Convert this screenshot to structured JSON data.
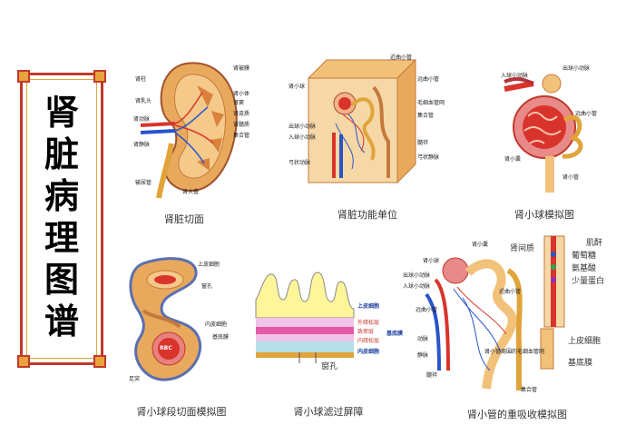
{
  "title_chars": [
    "肾",
    "脏",
    "病",
    "理",
    "图",
    "谱"
  ],
  "captions": {
    "kidney_section": "肾脏切面",
    "functional_unit": "肾脏功能单位",
    "glomerulus_model": "肾小球模拟图",
    "glomerulus_section": "肾小球段切面模拟图",
    "filtration_barrier": "肾小球滤过屏障",
    "tubule_reabsorption": "肾小管的重吸收模拟图"
  },
  "labels": {
    "p1": [
      "肾被膜",
      "肾小体",
      "肾窦",
      "肾皮质",
      "肾髓质",
      "集合管",
      "肾动脉",
      "肾静脉",
      "输尿管",
      "肾柱",
      "肾乳头",
      "肾大盏"
    ],
    "p2": [
      "近曲小管",
      "肾小球",
      "远曲小管",
      "集合管",
      "入球小动脉",
      "出球小动脉",
      "毛细血管网",
      "弓状动脉",
      "弓状静脉",
      "髓袢"
    ],
    "p3": [
      "出球小动脉",
      "入球小动脉",
      "远曲小管",
      "肾小囊",
      "肾小管"
    ],
    "p4": [
      "上皮细胞",
      "窗孔",
      "内皮细胞",
      "基底膜",
      "RBC",
      "足突"
    ],
    "p5": [
      "上皮细胞",
      "外疏松层",
      "致密层",
      "内疏松层",
      "内皮细胞",
      "基底膜",
      "窗孔"
    ],
    "p6": [
      "肾小球",
      "肾小囊",
      "出球小动脉",
      "入球小动脉",
      "近曲小管",
      "远曲小管",
      "动脉",
      "静脉",
      "髓袢",
      "集合管",
      "肾小管周围的毛细血管网"
    ],
    "p6_side": [
      "肾间质",
      "肌酐",
      "葡萄糖",
      "氨基酸",
      "少量蛋白",
      "上皮细胞",
      "基底膜"
    ]
  },
  "colors": {
    "frame_red": "#c0392b",
    "frame_gold": "#e0a43a",
    "artery": "#d9342b",
    "vein": "#2a55c9",
    "tissue": "#e9a95c",
    "tubule": "#f2c27a",
    "highlight_blue": "#1a3fa0"
  }
}
